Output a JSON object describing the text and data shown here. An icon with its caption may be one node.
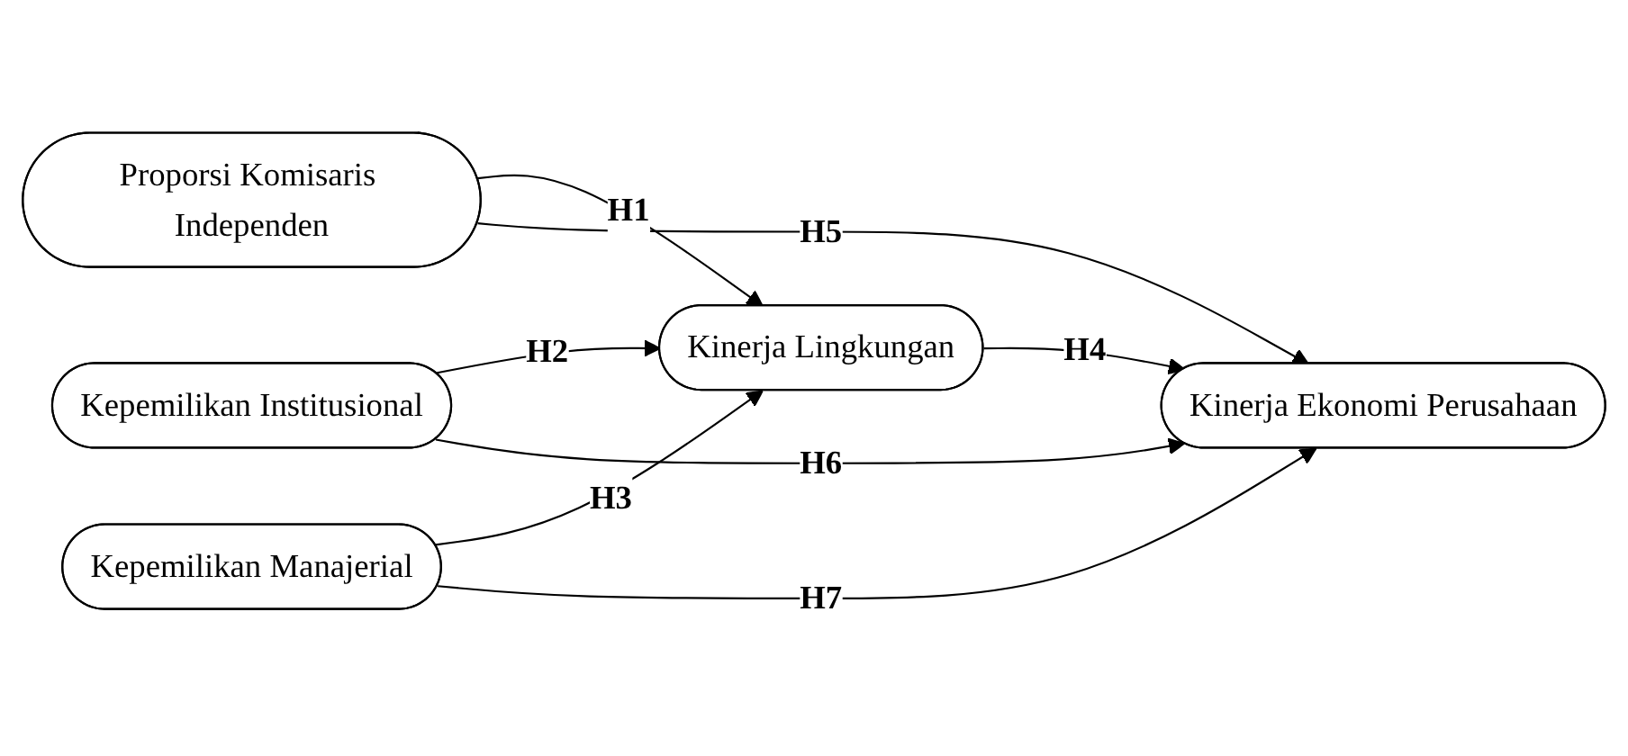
{
  "diagram": {
    "nodes": [
      {
        "text": [
          "Proporsi Komisaris Independen"
        ]
      },
      {
        "text": [
          "Kepemilikan Institusional"
        ]
      },
      {
        "text": [
          "Kepemilikan Manajerial"
        ]
      },
      {
        "text": [
          "Kinerja Lingkungan"
        ]
      },
      {
        "text": [
          "Kinerja Ekonomi Perusahaan"
        ]
      }
    ],
    "edges": [
      {
        "from": 0,
        "to": 3,
        "arrow": "to",
        "label": "H1"
      },
      {
        "from": 1,
        "to": 3,
        "arrow": "to",
        "label": "H2"
      },
      {
        "from": 2,
        "to": 3,
        "arrow": "to",
        "label": "H3"
      },
      {
        "from": 3,
        "to": 4,
        "arrow": "to",
        "label": "H4"
      },
      {
        "from": 0,
        "to": 4,
        "arrow": "to",
        "label": "H5"
      },
      {
        "from": 1,
        "to": 4,
        "arrow": "to",
        "label": "H6"
      },
      {
        "from": 2,
        "to": 4,
        "arrow": "to",
        "label": "H7"
      }
    ]
  }
}
